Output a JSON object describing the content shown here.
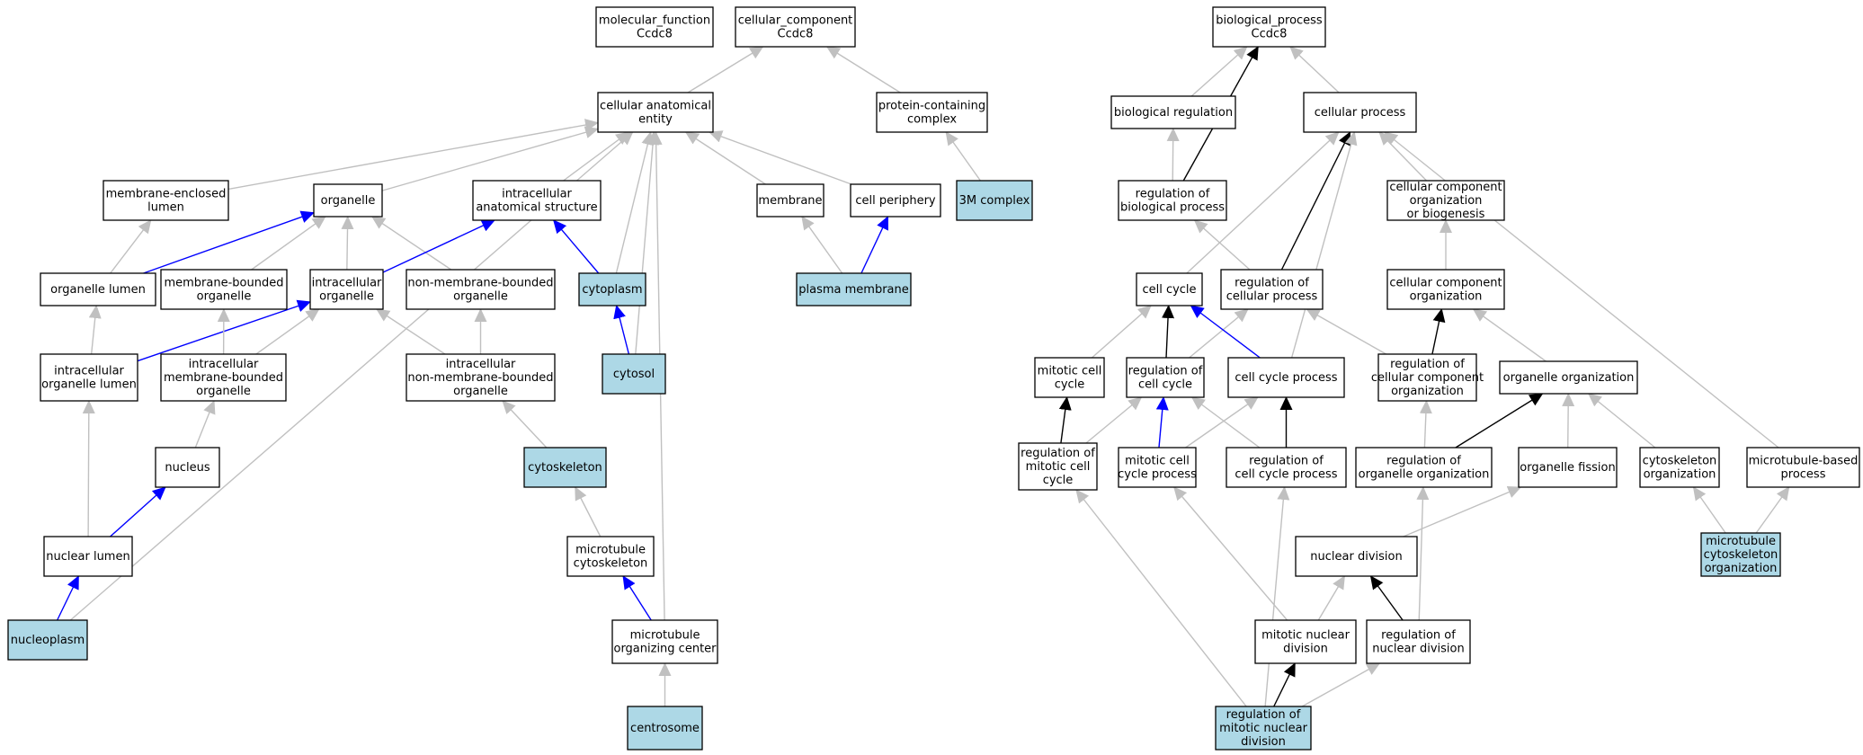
{
  "colors": {
    "is_a": "#c0c0c0",
    "part_of": "#0000ff",
    "regulates": "#000000",
    "highlight": "#add8e6"
  },
  "nodes": [
    {
      "id": "mf",
      "lines": [
        "molecular_function",
        "Ccdc8"
      ],
      "highlight": false
    },
    {
      "id": "cc",
      "lines": [
        "cellular_component",
        "Ccdc8"
      ],
      "highlight": false
    },
    {
      "id": "bp",
      "lines": [
        "biological_process",
        "Ccdc8"
      ],
      "highlight": false
    },
    {
      "id": "cae",
      "lines": [
        "cellular anatomical",
        "entity"
      ],
      "highlight": false
    },
    {
      "id": "pcc",
      "lines": [
        "protein-containing",
        "complex"
      ],
      "highlight": false
    },
    {
      "id": "breg",
      "lines": [
        "biological regulation"
      ],
      "highlight": false
    },
    {
      "id": "cp",
      "lines": [
        "cellular process"
      ],
      "highlight": false
    },
    {
      "id": "mel",
      "lines": [
        "membrane-enclosed",
        "lumen"
      ],
      "highlight": false
    },
    {
      "id": "org",
      "lines": [
        "organelle"
      ],
      "highlight": false
    },
    {
      "id": "ias",
      "lines": [
        "intracellular",
        "anatomical structure"
      ],
      "highlight": false
    },
    {
      "id": "mem",
      "lines": [
        "membrane"
      ],
      "highlight": false
    },
    {
      "id": "cper",
      "lines": [
        "cell periphery"
      ],
      "highlight": false
    },
    {
      "id": "3m",
      "lines": [
        "3M complex"
      ],
      "highlight": true
    },
    {
      "id": "rbp",
      "lines": [
        "regulation of",
        "biological process"
      ],
      "highlight": false
    },
    {
      "id": "ccob",
      "lines": [
        "cellular component",
        "organization",
        "or biogenesis"
      ],
      "highlight": false
    },
    {
      "id": "ol",
      "lines": [
        "organelle lumen"
      ],
      "highlight": false
    },
    {
      "id": "mbo",
      "lines": [
        "membrane-bounded",
        "organelle"
      ],
      "highlight": false
    },
    {
      "id": "io",
      "lines": [
        "intracellular",
        "organelle"
      ],
      "highlight": false
    },
    {
      "id": "nmbo",
      "lines": [
        "non-membrane-bounded",
        "organelle"
      ],
      "highlight": false
    },
    {
      "id": "cyto",
      "lines": [
        "cytoplasm"
      ],
      "highlight": true
    },
    {
      "id": "pm",
      "lines": [
        "plasma membrane"
      ],
      "highlight": true
    },
    {
      "id": "cc2",
      "lines": [
        "cell cycle"
      ],
      "highlight": false
    },
    {
      "id": "rcp",
      "lines": [
        "regulation of",
        "cellular process"
      ],
      "highlight": false
    },
    {
      "id": "cco",
      "lines": [
        "cellular component",
        "organization"
      ],
      "highlight": false
    },
    {
      "id": "iol",
      "lines": [
        "intracellular",
        "organelle lumen"
      ],
      "highlight": false
    },
    {
      "id": "imbo",
      "lines": [
        "intracellular",
        "membrane-bounded",
        "organelle"
      ],
      "highlight": false
    },
    {
      "id": "inmbo",
      "lines": [
        "intracellular",
        "non-membrane-bounded",
        "organelle"
      ],
      "highlight": false
    },
    {
      "id": "cytosol",
      "lines": [
        "cytosol"
      ],
      "highlight": true
    },
    {
      "id": "mcc",
      "lines": [
        "mitotic cell",
        "cycle"
      ],
      "highlight": false
    },
    {
      "id": "rcc",
      "lines": [
        "regulation of",
        "cell cycle"
      ],
      "highlight": false
    },
    {
      "id": "ccp",
      "lines": [
        "cell cycle process"
      ],
      "highlight": false
    },
    {
      "id": "rccob",
      "lines": [
        "regulation of",
        "cellular component",
        "organization"
      ],
      "highlight": false
    },
    {
      "id": "oo",
      "lines": [
        "organelle organization"
      ],
      "highlight": false
    },
    {
      "id": "nucleus",
      "lines": [
        "nucleus"
      ],
      "highlight": false
    },
    {
      "id": "cytosk",
      "lines": [
        "cytoskeleton"
      ],
      "highlight": true
    },
    {
      "id": "rmcc",
      "lines": [
        "regulation of",
        "mitotic cell",
        "cycle"
      ],
      "highlight": false
    },
    {
      "id": "mccp",
      "lines": [
        "mitotic cell",
        "cycle process"
      ],
      "highlight": false
    },
    {
      "id": "rccp",
      "lines": [
        "regulation of",
        "cell cycle process"
      ],
      "highlight": false
    },
    {
      "id": "roo",
      "lines": [
        "regulation of",
        "organelle organization"
      ],
      "highlight": false
    },
    {
      "id": "of",
      "lines": [
        "organelle fission"
      ],
      "highlight": false
    },
    {
      "id": "cso",
      "lines": [
        "cytoskeleton",
        "organization"
      ],
      "highlight": false
    },
    {
      "id": "mbp",
      "lines": [
        "microtubule-based",
        "process"
      ],
      "highlight": false
    },
    {
      "id": "nl",
      "lines": [
        "nuclear lumen"
      ],
      "highlight": false
    },
    {
      "id": "mtc",
      "lines": [
        "microtubule",
        "cytoskeleton"
      ],
      "highlight": false
    },
    {
      "id": "nd",
      "lines": [
        "nuclear division"
      ],
      "highlight": false
    },
    {
      "id": "mcso",
      "lines": [
        "microtubule",
        "cytoskeleton",
        "organization"
      ],
      "highlight": true
    },
    {
      "id": "np",
      "lines": [
        "nucleoplasm"
      ],
      "highlight": true
    },
    {
      "id": "moc",
      "lines": [
        "microtubule",
        "organizing center"
      ],
      "highlight": false
    },
    {
      "id": "mnd",
      "lines": [
        "mitotic nuclear",
        "division"
      ],
      "highlight": false
    },
    {
      "id": "rnd",
      "lines": [
        "regulation of",
        "nuclear division"
      ],
      "highlight": false
    },
    {
      "id": "cent",
      "lines": [
        "centrosome"
      ],
      "highlight": true
    },
    {
      "id": "rmnd",
      "lines": [
        "regulation of",
        "mitotic nuclear",
        "division"
      ],
      "highlight": true
    }
  ],
  "edges": [
    {
      "from": "cae",
      "to": "cc",
      "type": "is_a"
    },
    {
      "from": "pcc",
      "to": "cc",
      "type": "is_a"
    },
    {
      "from": "breg",
      "to": "bp",
      "type": "is_a"
    },
    {
      "from": "cp",
      "to": "bp",
      "type": "is_a"
    },
    {
      "from": "rbp",
      "to": "bp",
      "type": "regulates"
    },
    {
      "from": "rbp",
      "to": "breg",
      "type": "is_a"
    },
    {
      "from": "3m",
      "to": "pcc",
      "type": "is_a"
    },
    {
      "from": "mel",
      "to": "cae",
      "type": "is_a"
    },
    {
      "from": "org",
      "to": "cae",
      "type": "is_a"
    },
    {
      "from": "ias",
      "to": "cae",
      "type": "is_a"
    },
    {
      "from": "mem",
      "to": "cae",
      "type": "is_a"
    },
    {
      "from": "cper",
      "to": "cae",
      "type": "is_a"
    },
    {
      "from": "cyto",
      "to": "cae",
      "type": "is_a"
    },
    {
      "from": "cytosol",
      "to": "cae",
      "type": "is_a"
    },
    {
      "from": "moc",
      "to": "cae",
      "type": "is_a"
    },
    {
      "from": "np",
      "to": "cae",
      "type": "is_a"
    },
    {
      "from": "ol",
      "to": "mel",
      "type": "is_a"
    },
    {
      "from": "ol",
      "to": "org",
      "type": "part_of"
    },
    {
      "from": "mbo",
      "to": "org",
      "type": "is_a"
    },
    {
      "from": "io",
      "to": "org",
      "type": "is_a"
    },
    {
      "from": "nmbo",
      "to": "org",
      "type": "is_a"
    },
    {
      "from": "io",
      "to": "ias",
      "type": "part_of"
    },
    {
      "from": "cyto",
      "to": "ias",
      "type": "part_of"
    },
    {
      "from": "pm",
      "to": "mem",
      "type": "is_a"
    },
    {
      "from": "pm",
      "to": "cper",
      "type": "part_of"
    },
    {
      "from": "iol",
      "to": "ol",
      "type": "is_a"
    },
    {
      "from": "iol",
      "to": "io",
      "type": "part_of"
    },
    {
      "from": "imbo",
      "to": "mbo",
      "type": "is_a"
    },
    {
      "from": "imbo",
      "to": "io",
      "type": "is_a"
    },
    {
      "from": "inmbo",
      "to": "io",
      "type": "is_a"
    },
    {
      "from": "inmbo",
      "to": "nmbo",
      "type": "is_a"
    },
    {
      "from": "cytosol",
      "to": "cyto",
      "type": "part_of"
    },
    {
      "from": "nucleus",
      "to": "imbo",
      "type": "is_a"
    },
    {
      "from": "cytosk",
      "to": "inmbo",
      "type": "is_a"
    },
    {
      "from": "nl",
      "to": "iol",
      "type": "is_a"
    },
    {
      "from": "nl",
      "to": "nucleus",
      "type": "part_of"
    },
    {
      "from": "mtc",
      "to": "cytosk",
      "type": "is_a"
    },
    {
      "from": "np",
      "to": "nl",
      "type": "part_of"
    },
    {
      "from": "moc",
      "to": "mtc",
      "type": "part_of"
    },
    {
      "from": "cent",
      "to": "moc",
      "type": "is_a"
    },
    {
      "from": "ccob",
      "to": "cp",
      "type": "is_a"
    },
    {
      "from": "cc2",
      "to": "cp",
      "type": "is_a"
    },
    {
      "from": "rcp",
      "to": "cp",
      "type": "regulates"
    },
    {
      "from": "rcp",
      "to": "rbp",
      "type": "is_a"
    },
    {
      "from": "ccp",
      "to": "cp",
      "type": "is_a"
    },
    {
      "from": "mbp",
      "to": "cp",
      "type": "is_a"
    },
    {
      "from": "cco",
      "to": "ccob",
      "type": "is_a"
    },
    {
      "from": "mcc",
      "to": "cc2",
      "type": "is_a"
    },
    {
      "from": "rcc",
      "to": "cc2",
      "type": "regulates"
    },
    {
      "from": "rcc",
      "to": "rcp",
      "type": "is_a"
    },
    {
      "from": "ccp",
      "to": "cc2",
      "type": "part_of"
    },
    {
      "from": "rccob",
      "to": "cco",
      "type": "regulates"
    },
    {
      "from": "rccob",
      "to": "rcp",
      "type": "is_a"
    },
    {
      "from": "oo",
      "to": "cco",
      "type": "is_a"
    },
    {
      "from": "rmcc",
      "to": "mcc",
      "type": "regulates"
    },
    {
      "from": "rmcc",
      "to": "rcc",
      "type": "is_a"
    },
    {
      "from": "mccp",
      "to": "rcc",
      "type": "part_of"
    },
    {
      "from": "mccp",
      "to": "ccp",
      "type": "is_a"
    },
    {
      "from": "rccp",
      "to": "ccp",
      "type": "regulates"
    },
    {
      "from": "rccp",
      "to": "rcc",
      "type": "is_a"
    },
    {
      "from": "roo",
      "to": "oo",
      "type": "regulates"
    },
    {
      "from": "roo",
      "to": "rccob",
      "type": "is_a"
    },
    {
      "from": "of",
      "to": "oo",
      "type": "is_a"
    },
    {
      "from": "cso",
      "to": "oo",
      "type": "is_a"
    },
    {
      "from": "nd",
      "to": "of",
      "type": "is_a"
    },
    {
      "from": "mcso",
      "to": "cso",
      "type": "is_a"
    },
    {
      "from": "mcso",
      "to": "mbp",
      "type": "is_a"
    },
    {
      "from": "mnd",
      "to": "nd",
      "type": "is_a"
    },
    {
      "from": "mnd",
      "to": "mccp",
      "type": "is_a"
    },
    {
      "from": "rnd",
      "to": "nd",
      "type": "regulates"
    },
    {
      "from": "rnd",
      "to": "roo",
      "type": "is_a"
    },
    {
      "from": "rmnd",
      "to": "mnd",
      "type": "regulates"
    },
    {
      "from": "rmnd",
      "to": "rnd",
      "type": "is_a"
    },
    {
      "from": "rmnd",
      "to": "rmcc",
      "type": "is_a"
    },
    {
      "from": "rmnd",
      "to": "rccp",
      "type": "is_a"
    }
  ]
}
